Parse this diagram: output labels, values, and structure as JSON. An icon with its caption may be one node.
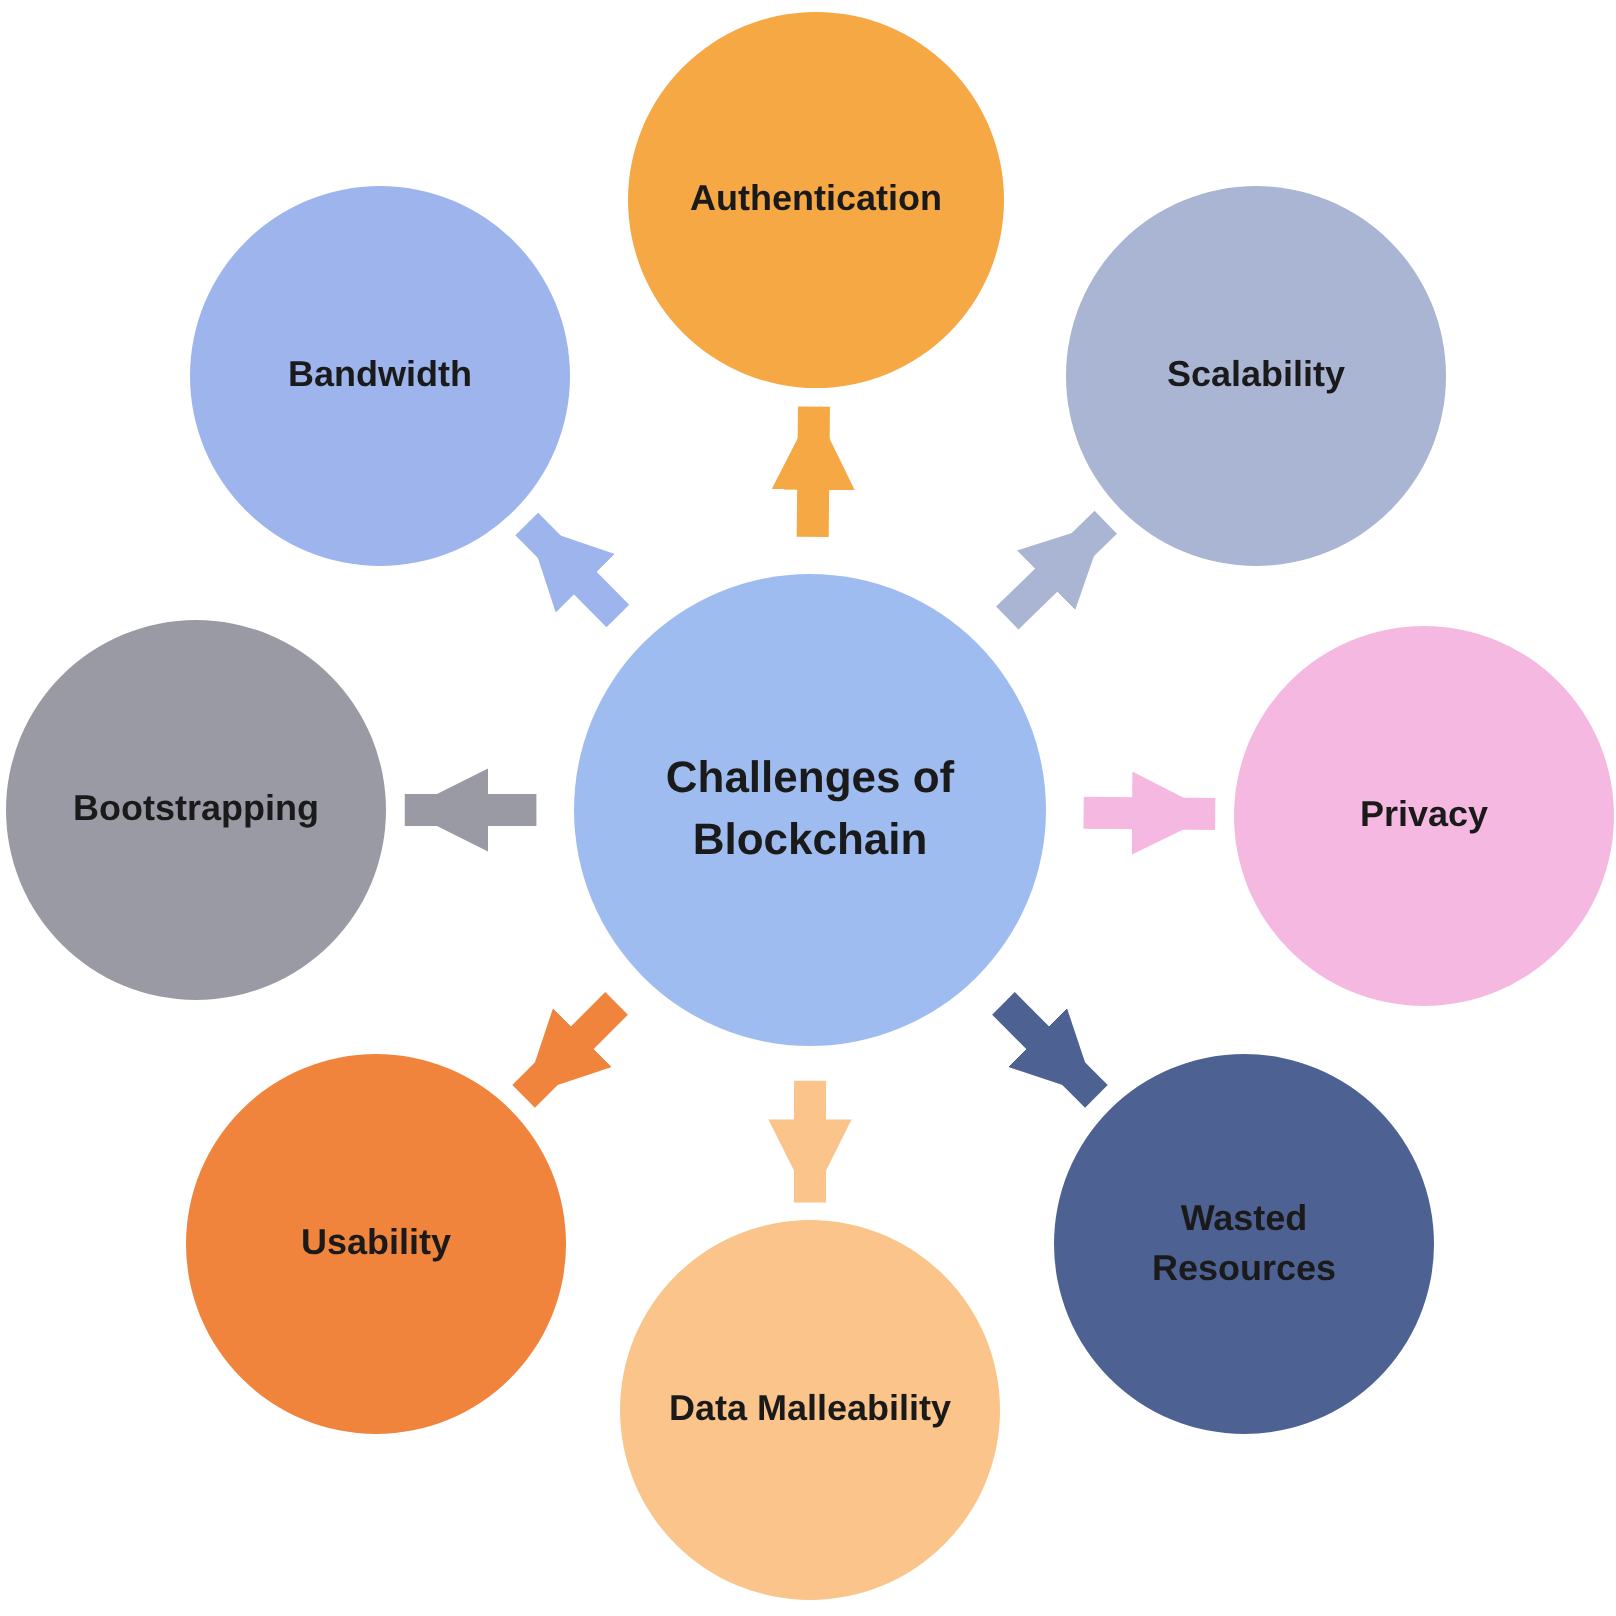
{
  "diagram": {
    "nodes": [
      {
        "text": [
          "Challenges of Blockchain"
        ]
      },
      {
        "text": [
          "Authentication"
        ]
      },
      {
        "text": [
          "Scalability"
        ]
      },
      {
        "text": [
          "Privacy"
        ]
      },
      {
        "text": [
          "Wasted Resources"
        ]
      },
      {
        "text": [
          "Data Malleability"
        ]
      },
      {
        "text": [
          "Usability"
        ]
      },
      {
        "text": [
          "Bootstrapping"
        ]
      },
      {
        "text": [
          "Bandwidth"
        ]
      }
    ],
    "edges": [
      {
        "from": 0,
        "to": 1,
        "arrow": "to",
        "color": "#f6a845"
      },
      {
        "from": 0,
        "to": 2,
        "arrow": "to",
        "color": "#a9b5d3"
      },
      {
        "from": 0,
        "to": 3,
        "arrow": "to",
        "color": "#f5b8e0"
      },
      {
        "from": 0,
        "to": 4,
        "arrow": "to",
        "color": "#4e6193"
      },
      {
        "from": 0,
        "to": 5,
        "arrow": "to",
        "color": "#fac48b"
      },
      {
        "from": 0,
        "to": 6,
        "arrow": "to",
        "color": "#f0843c"
      },
      {
        "from": 0,
        "to": 7,
        "arrow": "to",
        "color": "#9a9aa5"
      },
      {
        "from": 0,
        "to": 8,
        "arrow": "to",
        "color": "#9db4ec"
      }
    ]
  }
}
